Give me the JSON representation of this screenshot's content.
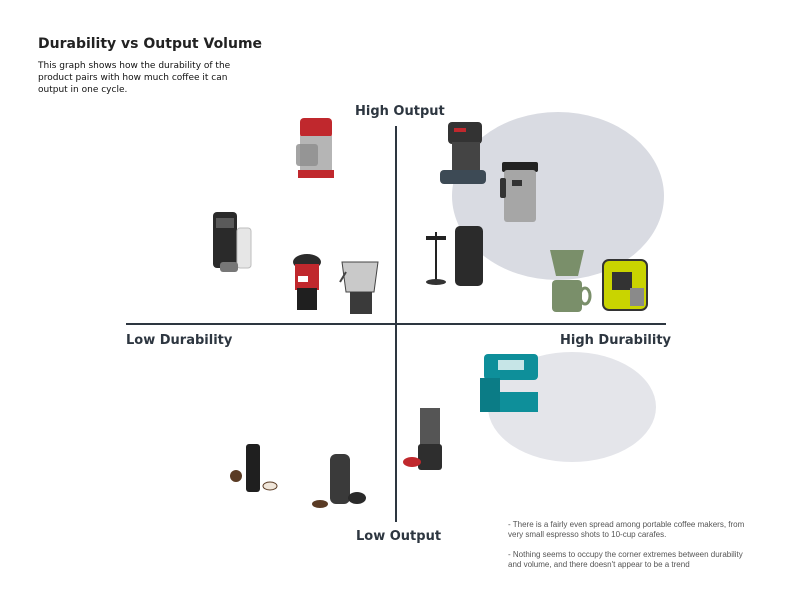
{
  "header": {
    "title": "Durability vs Output Volume",
    "subtitle": "This graph shows how the durability of the product pairs with how much coffee it can output in one cycle."
  },
  "axes": {
    "top": "High Output",
    "bottom": "Low Output",
    "left": "Low Durability",
    "right": "High Durability"
  },
  "notes": [
    "- There is a fairly even spread among portable coffee makers, from very small espresso shots to 10-cup carafes.",
    "- Nothing seems to occupy the corner extremes between durability and volume, and there doesn't appear to be a trend"
  ],
  "colors": {
    "axis": "#2d3640",
    "cluster_fill": "#d9dbe2",
    "makita_teal": "#0e8f9a",
    "coleman_red": "#c0282d",
    "stanley_green": "#7a8f6a",
    "ryobi_yellow": "#c9d400"
  }
}
